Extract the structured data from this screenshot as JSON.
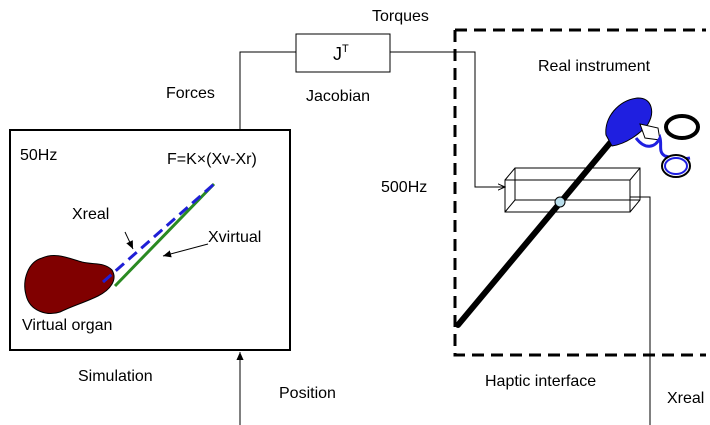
{
  "labels": {
    "torques": "Torques",
    "forces": "Forces",
    "jacobian_block": "J",
    "jacobian_sup": "T",
    "jacobian": "Jacobian",
    "real_instrument": "Real instrument",
    "freq_sim": "50Hz",
    "formula": "F=K×(Xv-Xr)",
    "freq_haptic": "500Hz",
    "xreal_sim": "Xreal",
    "xvirtual": "Xvirtual",
    "virtual_organ": "Virtual organ",
    "simulation": "Simulation",
    "position": "Position",
    "haptic_interface": "Haptic interface",
    "xreal_out": "Xreal"
  },
  "colors": {
    "organ": "#800000",
    "xreal_line": "#1f1fd6",
    "xvirtual_line": "#2a8a22",
    "handle": "#1f1fe0",
    "joint": "#b8dcea"
  }
}
